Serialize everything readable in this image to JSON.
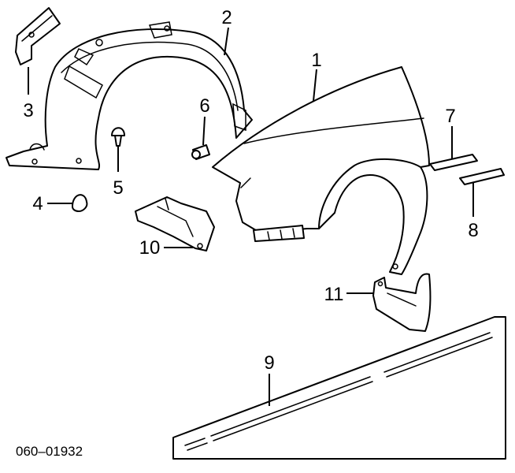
{
  "diagram": {
    "reference_code": "060–01932",
    "callouts": [
      "1",
      "2",
      "3",
      "4",
      "5",
      "6",
      "7",
      "8",
      "9",
      "10",
      "11"
    ]
  }
}
